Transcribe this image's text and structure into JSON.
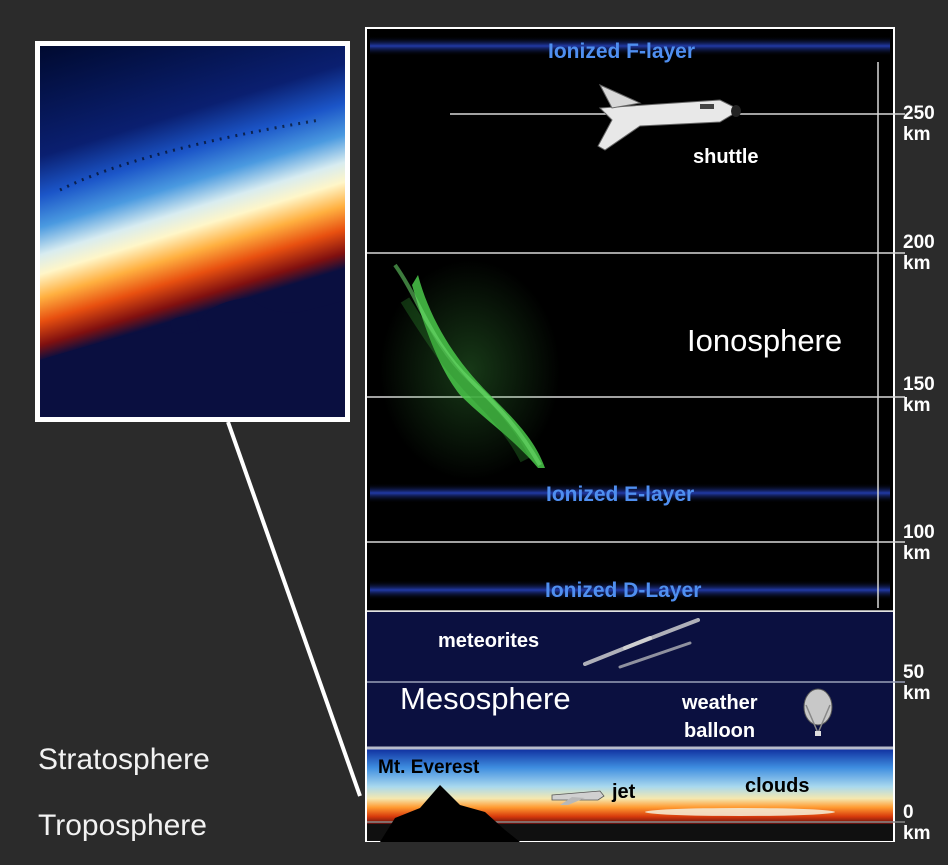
{
  "layers": {
    "f_layer": "Ionized F-layer",
    "e_layer": "Ionized E-layer",
    "d_layer": "Ionized D-Layer"
  },
  "regions": {
    "ionosphere": "Ionosphere",
    "mesosphere": "Mesosphere",
    "stratosphere": "Stratosphere",
    "troposphere": "Troposphere"
  },
  "objects": {
    "shuttle": "shuttle",
    "meteorites": "meteorites",
    "weather_balloon_line1": "weather",
    "weather_balloon_line2": "balloon",
    "everest": "Mt. Everest",
    "jet": "jet",
    "clouds": "clouds"
  },
  "altitude_ticks": [
    {
      "value": "250",
      "unit": "km"
    },
    {
      "value": "200",
      "unit": "km"
    },
    {
      "value": "150",
      "unit": "km"
    },
    {
      "value": "100",
      "unit": "km"
    },
    {
      "value": "50",
      "unit": "km"
    },
    {
      "value": "0",
      "unit": "km"
    }
  ],
  "colors": {
    "background": "#2b2b2b",
    "space": "#000000",
    "mesosphere": "#0b1040",
    "layer_text": "#4f8ff0",
    "aurora": "#48d848"
  }
}
